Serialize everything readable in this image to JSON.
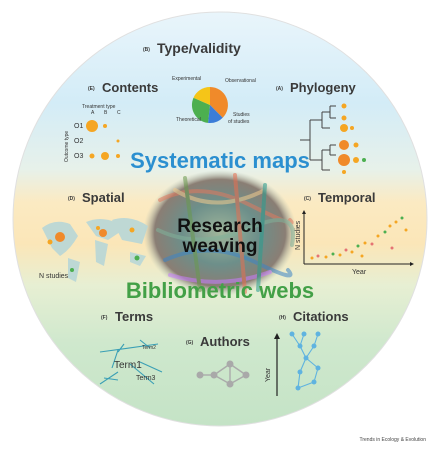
{
  "center": {
    "line1": "Research",
    "line2": "weaving"
  },
  "bands": {
    "top": "Systematic maps",
    "bottom": "Bibliometric webs"
  },
  "panels": {
    "type_validity": {
      "tag": "(B)",
      "title": "Type/validity",
      "slices": [
        "Experimental",
        "Observational",
        "Theoretical",
        "Studies of studies"
      ]
    },
    "contents": {
      "tag": "(E)",
      "title": "Contents",
      "treatment_label": "Treatment type",
      "cols": [
        "A",
        "B",
        "C"
      ],
      "outcome_label": "Outcome type",
      "rows": [
        "O1",
        "O2",
        "O3"
      ]
    },
    "phylogeny": {
      "tag": "(A)",
      "title": "Phylogeny"
    },
    "spatial": {
      "tag": "(D)",
      "title": "Spatial",
      "caption": "N studies"
    },
    "temporal": {
      "tag": "(C)",
      "title": "Temporal",
      "ylabel": "N studies",
      "xlabel": "Year"
    },
    "terms": {
      "tag": "(F)",
      "title": "Terms",
      "term1": "Term1",
      "term2": "Term2",
      "term3": "Term3"
    },
    "authors": {
      "tag": "(G)",
      "title": "Authors"
    },
    "citations": {
      "tag": "(H)",
      "title": "Citations",
      "ylabel": "Year"
    }
  },
  "credit": "Trends in Ecology & Evolution",
  "colors": {
    "top_band": "#2b8fd0",
    "bottom_band": "#43a047",
    "accent_orange": "#f5a623"
  }
}
